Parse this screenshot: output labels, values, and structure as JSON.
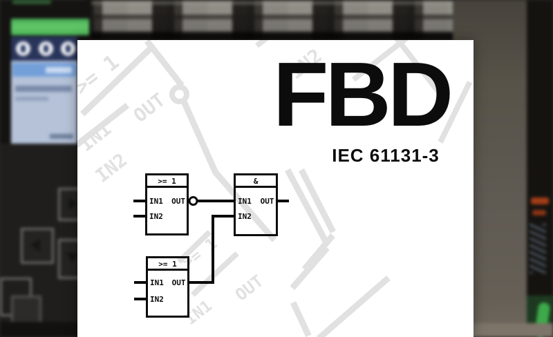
{
  "title": {
    "main": "FBD",
    "standard": "IEC 61131-3"
  },
  "diagram": {
    "type": "function-block-diagram",
    "blocks": [
      {
        "id": "or-gate-top",
        "header": ">= 1",
        "ports": {
          "in1": "IN1",
          "in2": "IN2",
          "out": "OUT"
        },
        "negated_output": true
      },
      {
        "id": "and-gate",
        "header": "&",
        "ports": {
          "in1": "IN1",
          "in2": "IN2",
          "out": "OUT"
        },
        "negated_output": false
      },
      {
        "id": "or-gate-bottom",
        "header": ">= 1",
        "ports": {
          "in1": "IN1",
          "in2": "IN2",
          "out": "OUT"
        },
        "negated_output": false
      }
    ],
    "connections": [
      "or-gate-top.OUT -(negation)-> and-gate.IN1",
      "or-gate-bottom.OUT -> and-gate.IN2"
    ]
  },
  "watermark": {
    "or_label": ">= 1",
    "in1_label": "IN1",
    "in2_label": "IN2",
    "out_label": "OUT"
  },
  "background": {
    "description_labels": {
      "run_indicator": "RUN bar (green, text illegible)",
      "hmi_display": "PLC HMI screen (text illegible due to blur)"
    }
  },
  "colors": {
    "card_bg": "#ffffff",
    "title_text": "#0c0c0c",
    "watermark": "#e1e1e1",
    "plc_green": "#62c768",
    "hmi_screen": "#b5c2d8",
    "hmi_header": "#739fd9",
    "icon_bar_navy": "#28345a",
    "cable_green": "#3da94a"
  }
}
